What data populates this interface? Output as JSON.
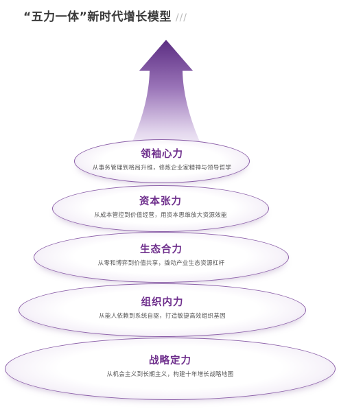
{
  "title": "“五力一体”新时代增长模型",
  "title_decoration": "///",
  "colors": {
    "accent": "#6e2e8c",
    "arrow_top": "#5b2d82",
    "outline": "#8b5fa8"
  },
  "layers": [
    {
      "name": "领袖心力",
      "description": "从事务管理到格局升维，修炼企业家精神与领导哲学"
    },
    {
      "name": "资本张力",
      "description": "从成本管控到价值经营，用资本思维放大资源效能"
    },
    {
      "name": "生态合力",
      "description": "从零和博弈到价值共享，撬动产业生态资源杠杆"
    },
    {
      "name": "组织内力",
      "description": "从能人依赖到系统自驱，打造敏捷高效组织基因"
    },
    {
      "name": "战略定力",
      "description": "从机会主义到长期主义，构建十年增长战略地图"
    }
  ]
}
